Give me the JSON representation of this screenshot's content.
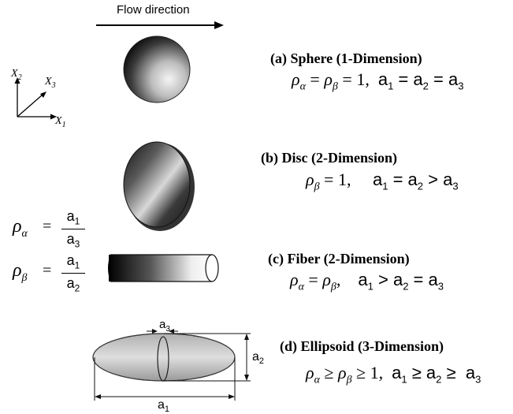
{
  "flow": {
    "label": "Flow direction"
  },
  "axes": {
    "x1": "X",
    "x1_sub": "1",
    "x2": "X",
    "x2_sub": "2",
    "x3": "X",
    "x3_sub": "3"
  },
  "cases": [
    {
      "id": "a",
      "title": "(a) Sphere (1-Dimension)",
      "formula_rho": "ρ",
      "formula_text": "α = ρβ = 1,  a1 = a2 = a3",
      "parts": [
        "ρ",
        "α",
        " = ",
        "ρ",
        "β",
        " = ",
        "1,  ",
        "a",
        "1",
        " = ",
        "a",
        "2",
        " = ",
        "a",
        "3"
      ]
    },
    {
      "id": "b",
      "title": "(b) Disc (2-Dimension)",
      "parts": [
        "ρ",
        "β",
        " = ",
        "1,     ",
        "a",
        "1",
        " = ",
        "a",
        "2",
        " > ",
        "a",
        "3"
      ]
    },
    {
      "id": "c",
      "title": "(c) Fiber (2-Dimension)",
      "parts": [
        "ρ",
        "α",
        " = ",
        "ρ",
        "β",
        ",    ",
        "a",
        "1",
        " > ",
        "a",
        "2",
        " = ",
        "a",
        "3"
      ]
    },
    {
      "id": "d",
      "title": "(d) Ellipsoid (3-Dimension)",
      "parts": [
        "ρ",
        "α",
        " ≥ ",
        "ρ",
        "β",
        " ≥ ",
        "1,  ",
        "a",
        "1",
        " ≥ ",
        "a",
        "2",
        " ≥  ",
        "a",
        "3"
      ]
    }
  ],
  "definitions": {
    "rho_alpha": {
      "symbol": "ρ",
      "sub": "α",
      "eq": "=",
      "num": "a",
      "num_sub": "1",
      "den": "a",
      "den_sub": "3"
    },
    "rho_beta": {
      "symbol": "ρ",
      "sub": "β",
      "eq": "=",
      "num": "a",
      "num_sub": "1",
      "den": "a",
      "den_sub": "2"
    }
  },
  "dimensions": {
    "a1": "a",
    "a1_sub": "1",
    "a2": "a",
    "a2_sub": "2",
    "a3": "a",
    "a3_sub": "3"
  }
}
